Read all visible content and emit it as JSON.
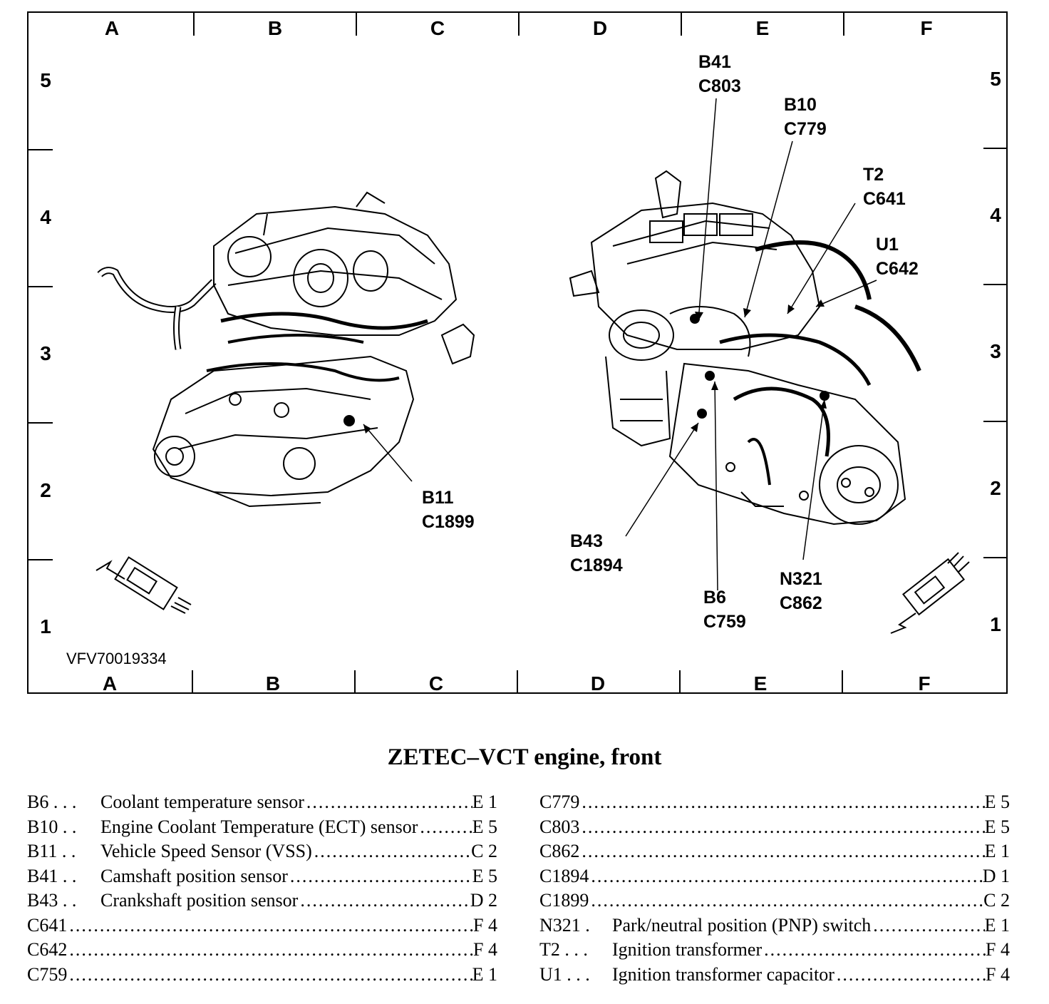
{
  "diagram": {
    "doc_id": "VFV70019334",
    "grid": {
      "columns": [
        "A",
        "B",
        "C",
        "D",
        "E",
        "F"
      ],
      "rows": [
        "5",
        "4",
        "3",
        "2",
        "1"
      ]
    },
    "callouts": [
      {
        "lines": [
          "B41",
          "C803"
        ]
      },
      {
        "lines": [
          "B10",
          "C779"
        ]
      },
      {
        "lines": [
          "T2",
          "C641"
        ]
      },
      {
        "lines": [
          "U1",
          "C642"
        ]
      },
      {
        "lines": [
          "B11",
          "C1899"
        ]
      },
      {
        "lines": [
          "B43",
          "C1894"
        ]
      },
      {
        "lines": [
          "B6",
          "C759"
        ]
      },
      {
        "lines": [
          "N321",
          "C862"
        ]
      }
    ]
  },
  "caption": "ZETEC–VCT engine, front",
  "legend": {
    "left": [
      {
        "code": "B6 . . .",
        "desc": "Coolant temperature sensor",
        "loc": "E 1"
      },
      {
        "code": "B10 . .",
        "desc": "Engine Coolant Temperature (ECT) sensor",
        "loc": "E 5"
      },
      {
        "code": "B11 . .",
        "desc": "Vehicle Speed Sensor (VSS)",
        "loc": "C 2"
      },
      {
        "code": "B41 . .",
        "desc": "Camshaft position sensor",
        "loc": "E 5"
      },
      {
        "code": "B43 . .",
        "desc": "Crankshaft position sensor",
        "loc": "D 2"
      },
      {
        "code": "C641",
        "desc": "",
        "loc": "F 4"
      },
      {
        "code": "C642",
        "desc": "",
        "loc": "F 4"
      },
      {
        "code": "C759",
        "desc": "",
        "loc": "E 1"
      }
    ],
    "right": [
      {
        "code": "C779",
        "desc": "",
        "loc": "E 5"
      },
      {
        "code": "C803",
        "desc": "",
        "loc": "E 5"
      },
      {
        "code": "C862",
        "desc": "",
        "loc": "E 1"
      },
      {
        "code": "C1894",
        "desc": "",
        "loc": "D 1"
      },
      {
        "code": "C1899",
        "desc": "",
        "loc": "C 2"
      },
      {
        "code": "N321 .",
        "desc": "Park/neutral position (PNP) switch",
        "loc": "E 1"
      },
      {
        "code": "T2 . . .",
        "desc": "Ignition transformer",
        "loc": "F 4"
      },
      {
        "code": "U1 . . .",
        "desc": "Ignition transformer capacitor",
        "loc": "F 4"
      }
    ]
  }
}
